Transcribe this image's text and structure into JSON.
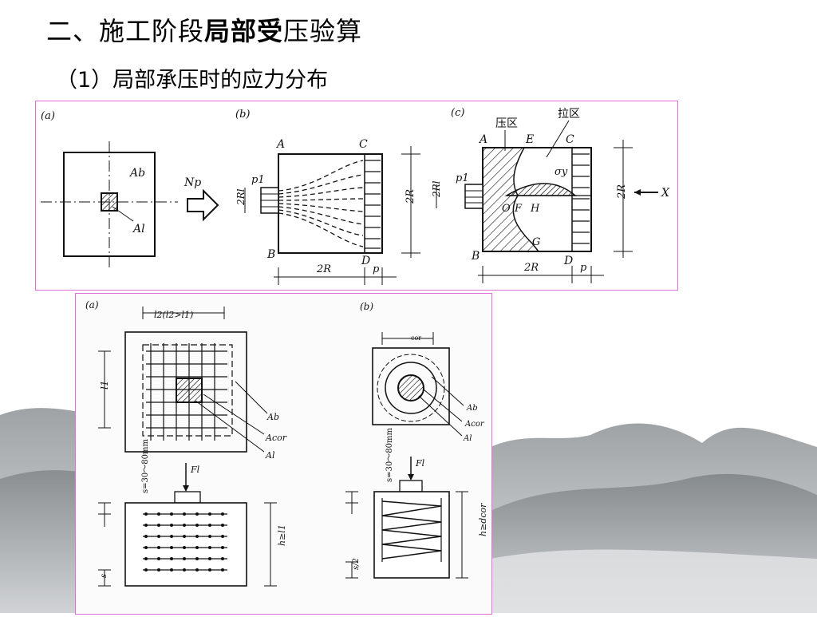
{
  "heading": {
    "prefix": "二、施工阶段",
    "bold_part": "局部受",
    "suffix": "压验算"
  },
  "subheading": "（1）局部承压时的应力分布",
  "figure_top": {
    "panel_a": {
      "tag": "(a)",
      "Ab": "Ab",
      "Al": "Al",
      "Np": "Np"
    },
    "panel_b": {
      "tag": "(b)",
      "A": "A",
      "B": "B",
      "C": "C",
      "D": "D",
      "p1": "p1",
      "two_Rl": "2Rl",
      "two_R_right": "2R",
      "two_R_bottom": "2R",
      "p": "p"
    },
    "panel_c": {
      "tag": "(c)",
      "compression_zone": "压区",
      "tension_zone": "拉区",
      "A": "A",
      "B": "B",
      "C": "C",
      "D": "D",
      "E": "E",
      "F": "F",
      "G": "G",
      "H": "H",
      "O": "O",
      "sigma_y": "σy",
      "p1": "p1",
      "two_Rl": "2Rl",
      "two_R_right": "2R",
      "two_R_bottom": "2R",
      "p": "p",
      "X": "X"
    }
  },
  "figure_bottom": {
    "panel_a": {
      "tag": "(a)",
      "l2_label": "l2(l2>l1)",
      "l1_label": "l1",
      "Ab": "Ab",
      "Acor": "Acor",
      "Al": "Al",
      "Fl": "Fl",
      "s_range": "s=30～80mm",
      "h_label": "h≥l1",
      "s_label": "s"
    },
    "panel_b": {
      "tag": "(b)",
      "cor_label": "cor",
      "Ab": "Ab",
      "Acor": "Acor",
      "Al": "Al",
      "Fl": "Fl",
      "s_range": "s=30～80mm",
      "h_label": "h≥dcor",
      "s2_label": "s/2"
    }
  }
}
